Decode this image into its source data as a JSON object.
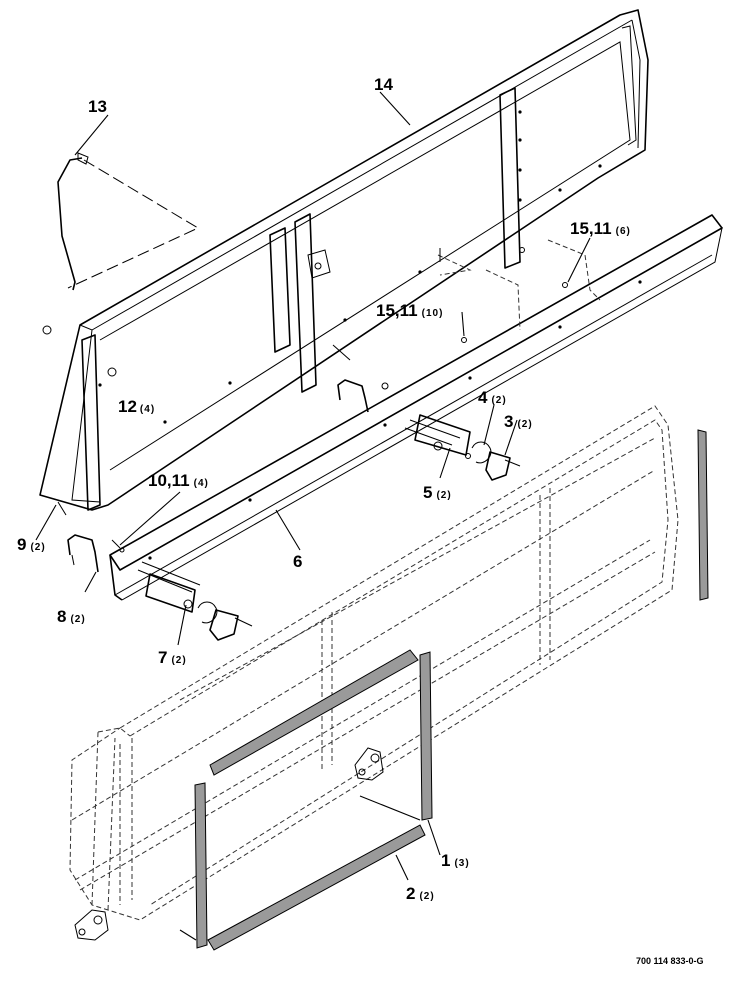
{
  "callouts": [
    {
      "id": "13",
      "number": "13",
      "qty": ""
    },
    {
      "id": "14",
      "number": "14",
      "qty": ""
    },
    {
      "id": "15-11-6",
      "number": "15,11",
      "qty": "(6)"
    },
    {
      "id": "15-11-10",
      "number": "15,11",
      "qty": "(10)"
    },
    {
      "id": "12",
      "number": "12",
      "qty": "(4)"
    },
    {
      "id": "4",
      "number": "4",
      "qty": "(2)"
    },
    {
      "id": "3",
      "number": "3",
      "qty": "(2)"
    },
    {
      "id": "5",
      "number": "5",
      "qty": "(2)"
    },
    {
      "id": "10-11",
      "number": "10,11",
      "qty": "(4)"
    },
    {
      "id": "6",
      "number": "6",
      "qty": ""
    },
    {
      "id": "9",
      "number": "9",
      "qty": "(2)"
    },
    {
      "id": "8",
      "number": "8",
      "qty": "(2)"
    },
    {
      "id": "7",
      "number": "7",
      "qty": "(2)"
    },
    {
      "id": "1",
      "number": "1",
      "qty": "(3)"
    },
    {
      "id": "2",
      "number": "2",
      "qty": "(2)"
    }
  ],
  "figure_number": "700 114 833-0-G"
}
